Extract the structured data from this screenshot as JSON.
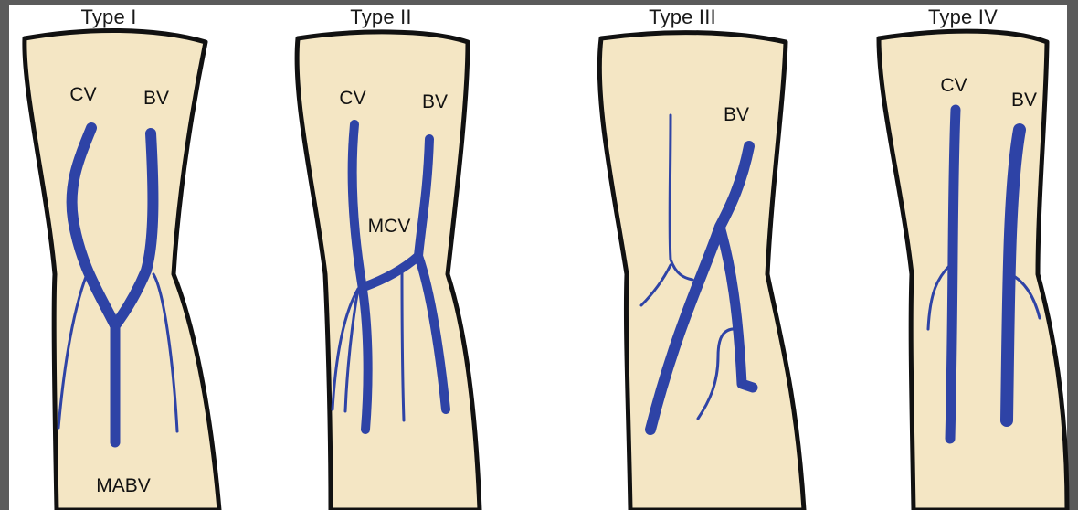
{
  "colors": {
    "background": "#5b5b5b",
    "panel": "#ffffff",
    "arm_fill": "#f4e6c4",
    "arm_outline": "#111111",
    "vein": "#2e43a6"
  },
  "panels": [
    {
      "title": "Type I",
      "labels": {
        "cv": "CV",
        "bv": "BV",
        "mabv": "MABV"
      }
    },
    {
      "title": "Type II",
      "labels": {
        "cv": "CV",
        "bv": "BV",
        "mcv": "MCV"
      }
    },
    {
      "title": "Type III",
      "labels": {
        "bv": "BV"
      }
    },
    {
      "title": "Type IV",
      "labels": {
        "cv": "CV",
        "bv": "BV"
      }
    }
  ]
}
